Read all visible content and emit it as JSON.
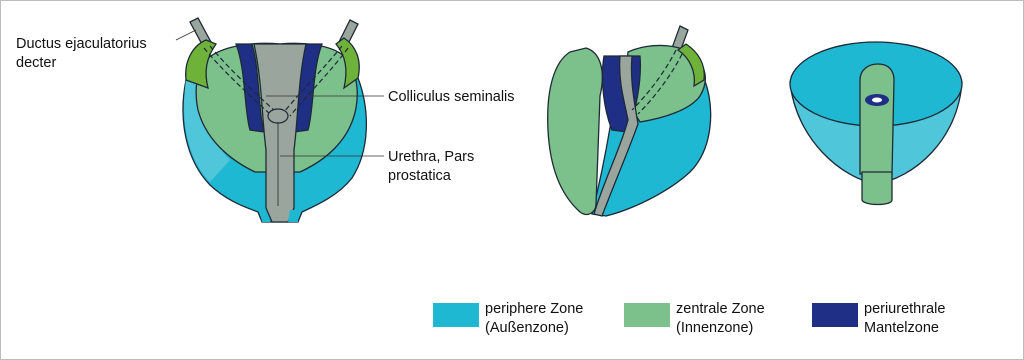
{
  "colors": {
    "peripheral": "#1fb8d3",
    "peripheral_light": "#4fc6da",
    "central": "#7cc08c",
    "central_light": "#8fcb98",
    "periurethral": "#1f2f86",
    "urethra": "#9aa59d",
    "duct_top": "#6fb23a",
    "outline": "#1e2a36"
  },
  "labels": {
    "ductus_line1": "Ductus ejaculatorius",
    "ductus_line2": "decter",
    "colliculus": "Colliculus seminalis",
    "urethra_line1": "Urethra, Pars",
    "urethra_line2": "prostatica"
  },
  "legend": [
    {
      "color_key": "peripheral",
      "line1": "periphere Zone",
      "line2": "(Außenzone)"
    },
    {
      "color_key": "central",
      "line1": "zentrale Zone",
      "line2": "(Innenzone)"
    },
    {
      "color_key": "periurethral",
      "line1": "periurethrale",
      "line2": "Mantelzone"
    }
  ]
}
